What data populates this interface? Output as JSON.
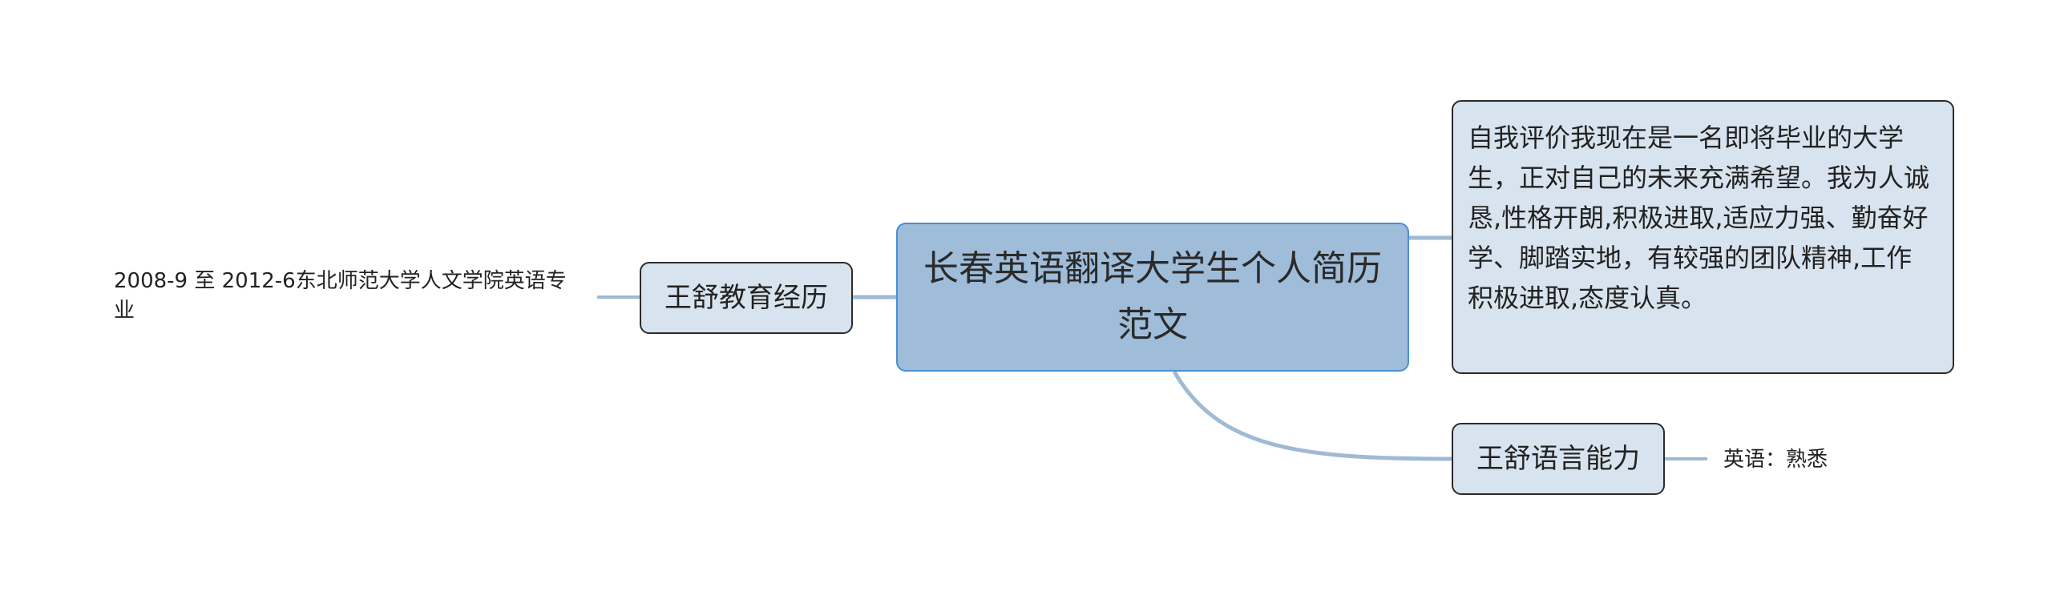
{
  "root": {
    "title": "长春英语翻译大学生个人简历范文"
  },
  "branches": {
    "education": {
      "label": "王舒教育经历",
      "detail": "2008-9 至 2012-6东北师范大学人文学院英语专业"
    },
    "self_evaluation": {
      "text": "自我评价我现在是一名即将毕业的大学生，正对自己的未来充满希望。我为人诚恳,性格开朗,积极进取,适应力强、勤奋好学、脚踏实地，有较强的团队精神,工作积极进取,态度认真。"
    },
    "language": {
      "label": "王舒语言能力",
      "detail": "英语：熟悉"
    }
  },
  "colors": {
    "connector": "#9fbad3",
    "root_fill": "#9fbcd9",
    "root_border": "#4a8ed6",
    "node_fill": "#d7e3ee",
    "node_border": "#2b2b2b"
  }
}
